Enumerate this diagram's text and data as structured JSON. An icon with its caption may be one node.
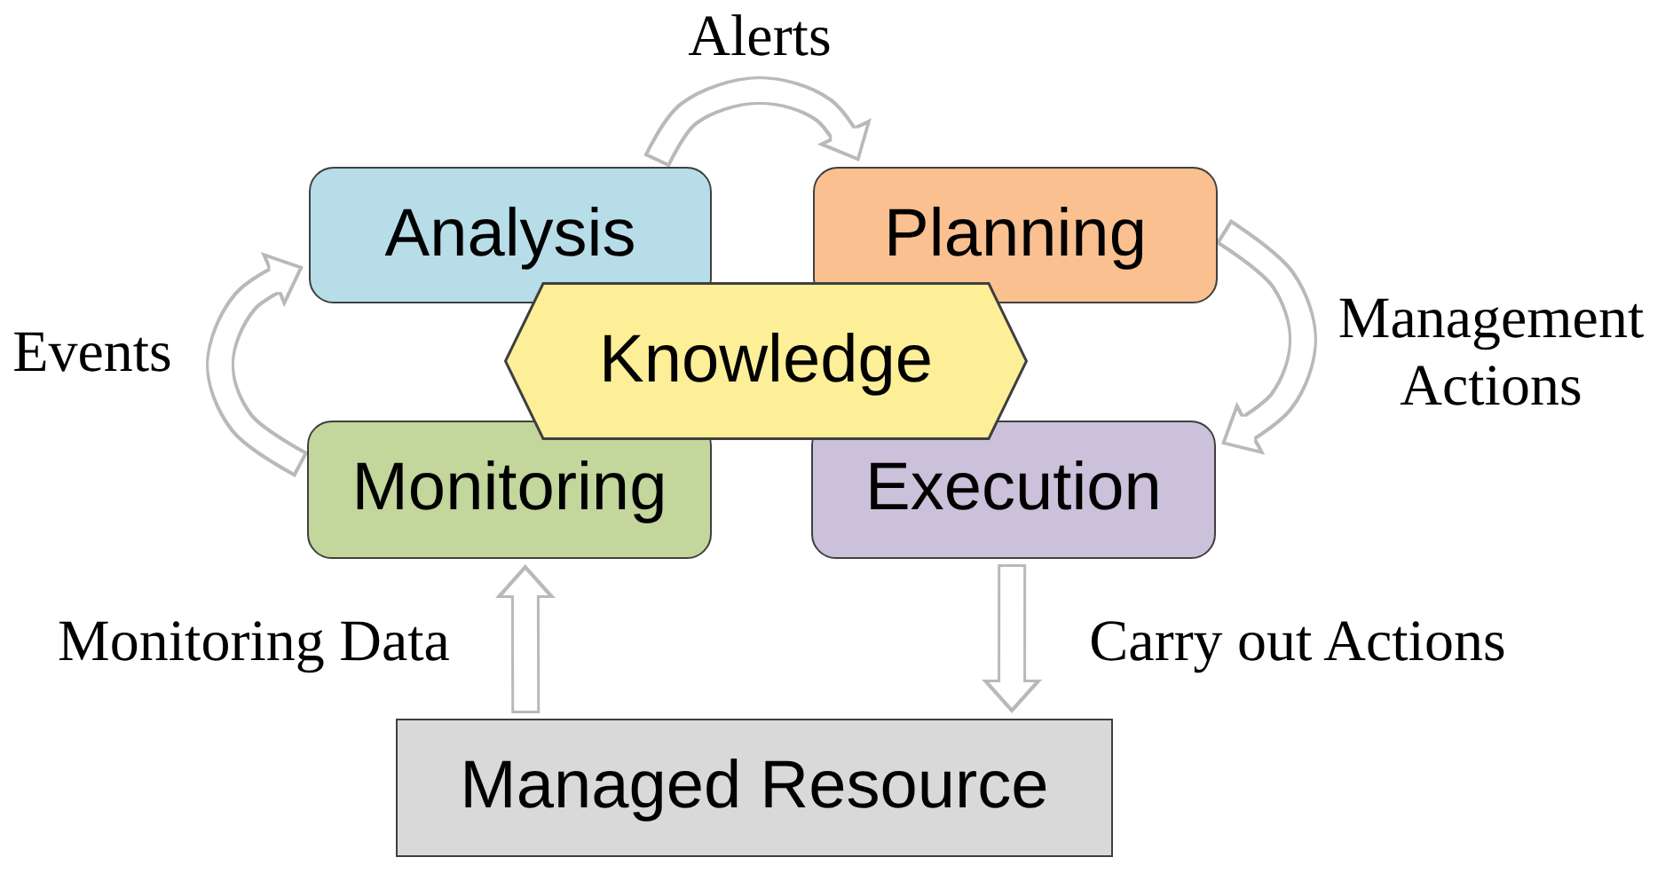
{
  "diagram": {
    "nodes": [
      {
        "text": [
          "Analysis"
        ]
      },
      {
        "text": [
          "Planning"
        ]
      },
      {
        "text": [
          "Knowledge"
        ]
      },
      {
        "text": [
          "Monitoring"
        ]
      },
      {
        "text": [
          "Execution"
        ]
      },
      {
        "text": [
          "Managed Resource"
        ]
      }
    ],
    "edges": [
      {
        "from": 0,
        "to": 1,
        "arrow": "to",
        "label": "Alerts"
      },
      {
        "from": 1,
        "to": 4,
        "arrow": "to",
        "label": "Management Actions"
      },
      {
        "from": 3,
        "to": 0,
        "arrow": "to",
        "label": "Events"
      },
      {
        "from": 4,
        "to": 5,
        "arrow": "to",
        "label": "Carry out Actions"
      },
      {
        "from": 5,
        "to": 3,
        "arrow": "to",
        "label": "Monitoring Data"
      }
    ]
  }
}
